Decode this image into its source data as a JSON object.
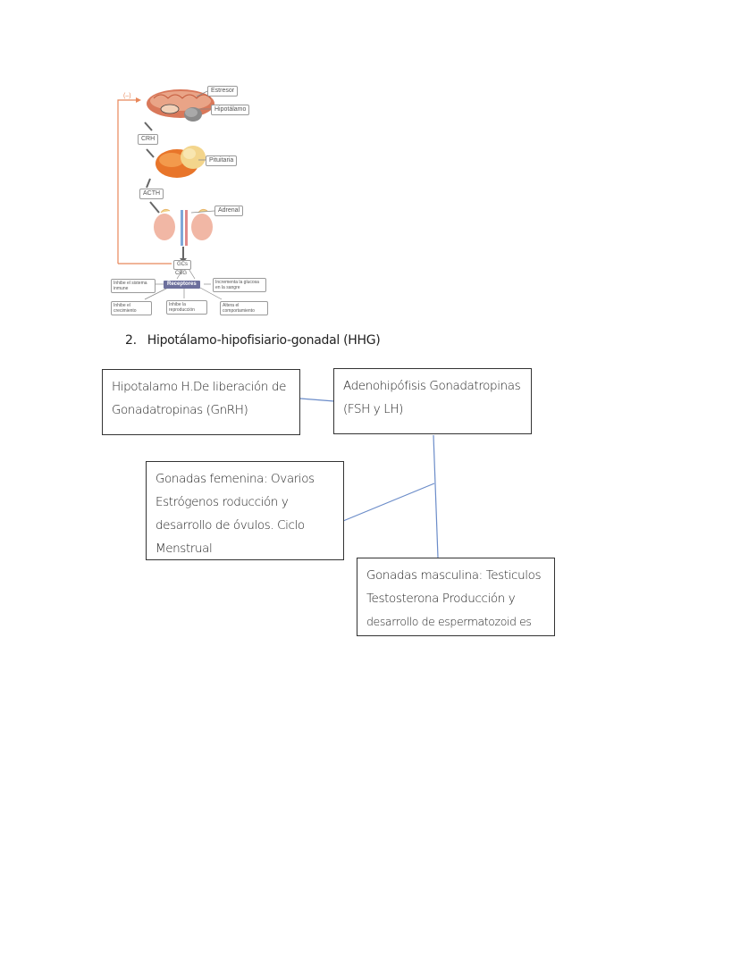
{
  "hpa_figure": {
    "feedback": "(–)",
    "labels": {
      "estresor": "Estresor",
      "hipotalamo": "Hipotálamo",
      "crh": "CRH",
      "pituitaria": "Pituitaria",
      "acth": "ACTH",
      "adrenal": "Adrenal",
      "gcs": "GCs",
      "cbg": "CBG",
      "receptores": "Receptores"
    },
    "effects": {
      "inmune": "Inhibe el sistema inmune",
      "glucosa": "Incrementa la glucosa en la sangre",
      "crecimiento": "Inhibe el crecimiento",
      "reproduccion": "Inhibe la reproducción",
      "comportamiento": "Altera el comportamiento"
    },
    "colors": {
      "feedback_line": "#e8875a",
      "receptores": "#6c6f9c",
      "pituitary": "#e8752a",
      "brain": "#d9785a"
    }
  },
  "section": {
    "number": "2.",
    "title": "Hipotálamo-hipofisiario-gonadal (HHG)"
  },
  "boxes": {
    "hipotalamo": [
      "Hipotalamo H.De liberación de",
      "Gonadatropinas (GnRH)"
    ],
    "adenohipofisis": [
      "Adenohipófisis Gonadatropinas",
      "(FSH y LH)"
    ],
    "femenina": [
      "Gonadas femenina: Ovarios",
      "Estrógenos roducción y",
      "desarrollo de óvulos. Ciclo",
      "Menstrual"
    ],
    "masculina": [
      "Gonadas masculina: Testiculos",
      "Testosterona Producción y",
      "desarrollo de espermatozoid es"
    ]
  },
  "colors": {
    "connector": "#6b8cc9",
    "box_border": "#333333"
  }
}
